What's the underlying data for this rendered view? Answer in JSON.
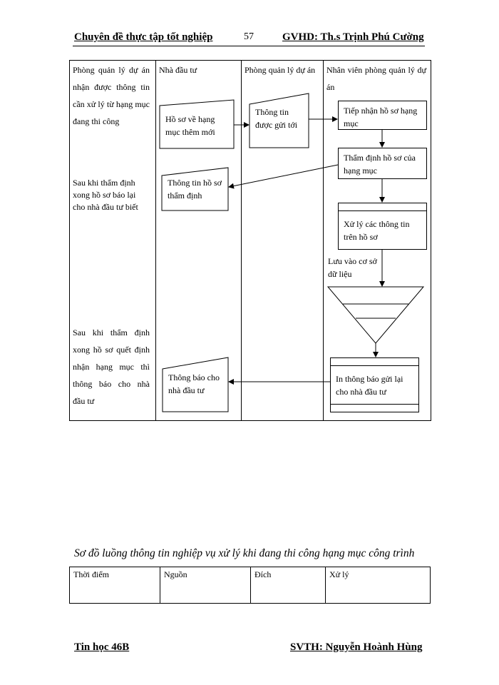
{
  "header": {
    "left": "Chuyên đề thực tập tốt nghiệp",
    "page": "57",
    "right": "GVHD: Th.s Trịnh Phú Cường"
  },
  "lanes": {
    "col1_header": "Phòng quản lý dự án nhận được thông tin cần xử lý từ hạng mục đang thi công",
    "col2_header": "Nhà đầu tư",
    "col3_header": "Phòng quản lý dự án",
    "col4_header": "Nhân viên phòng quản lý dự án",
    "note1": "Sau khi thẩm định xong hồ sơ báo lại cho nhà đầu tư biết",
    "note2": "Sau khi thẩm định xong hồ sơ quết định nhận hạng mục thì thông báo cho nhà đầu tư"
  },
  "shapes": {
    "ho_so": "Hồ sơ về hạng mục thêm mới",
    "thong_tin_gui": "Thông tin được gửi tới",
    "tiep_nhan": "Tiếp nhận hồ sơ hạng mục",
    "tham_dinh": "Thẩm định hồ sơ của hạng mục",
    "thong_tin_tham_dinh": "Thông tin hồ sơ thẩm định",
    "xu_ly": "Xử lý các thông tin trên hồ sơ",
    "luu_vao": "Lưu vào cơ sở dữ liệu",
    "in_thong_bao": "In thông báo gửi lại cho nhà đầu tư",
    "thong_bao": "Thông báo cho nhà đầu tư"
  },
  "caption": "Sơ đồ luồng thông tin nghiệp vụ xử lý khi đang thi công hạng mục công trình",
  "table": {
    "headers": [
      "Thời điểm",
      "Nguồn",
      "Đích",
      "Xử lý"
    ]
  },
  "footer": {
    "left": "Tin học 46B",
    "right": "SVTH: Nguyễn Hoành Hùng"
  }
}
